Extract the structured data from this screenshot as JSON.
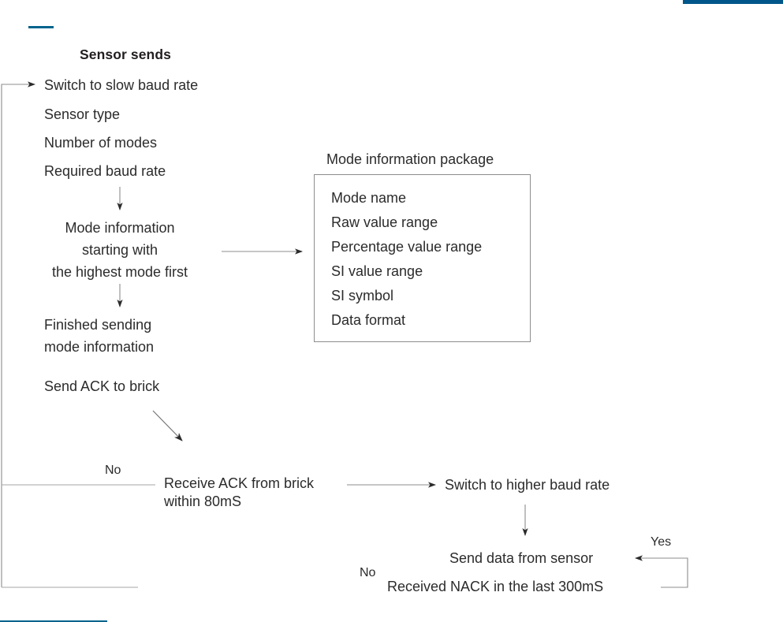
{
  "decor": {
    "accent_color": "#00648d",
    "top_right_bar_color": "#00568a"
  },
  "flow": {
    "heading": "Sensor sends",
    "steps": [
      {
        "id": "switch-slow-baud",
        "text": "Switch to slow baud rate"
      },
      {
        "id": "sensor-type",
        "text": "Sensor type"
      },
      {
        "id": "number-of-modes",
        "text": "Number of modes"
      },
      {
        "id": "required-baud-rate",
        "text": "Required baud rate"
      }
    ],
    "mode_info_line1": "Mode information",
    "mode_info_line2": "starting with",
    "mode_info_line3": "the highest mode first",
    "finished_line1": "Finished sending",
    "finished_line2": "mode information",
    "send_ack": "Send ACK to brick",
    "receive_ack_line1": "Receive ACK from brick",
    "receive_ack_line2": "within 80mS",
    "switch_higher_baud": "Switch to higher baud rate",
    "send_data": "Send data from sensor",
    "received_nack": "Received NACK in the last 300mS"
  },
  "branch_labels": {
    "no_ack": "No",
    "no_nack": "No",
    "yes_nack": "Yes"
  },
  "package": {
    "title": "Mode information package",
    "items": [
      "Mode name",
      "Raw value range",
      "Percentage value range",
      "SI value range",
      "SI symbol",
      "Data format"
    ]
  }
}
